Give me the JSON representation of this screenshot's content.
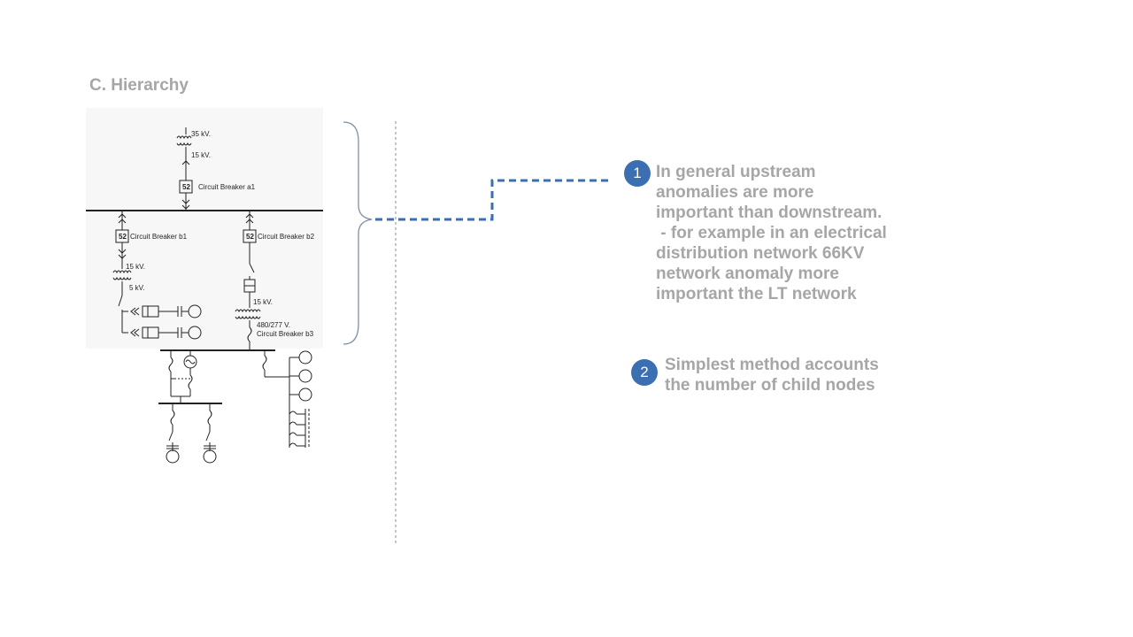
{
  "slide": {
    "title": "C.  Hierarchy"
  },
  "diagram": {
    "labels": {
      "v35": "35 kV.",
      "v15_top": "15 kV.",
      "code_a1": "52",
      "cb_a1": "Circuit Breaker a1",
      "code_b1": "52",
      "cb_b1": "Circuit Breaker b1",
      "code_b2": "52",
      "cb_b2": "Circuit Breaker b2",
      "v15_left": "15 kV.",
      "v5": "5 kV.",
      "v15_right": "15 kV.",
      "v480": "480/277 V.",
      "cb_b3": "Circuit Breaker b3"
    }
  },
  "notes": [
    {
      "number": "1",
      "lines": [
        "In general upstream",
        "anomalies are more",
        "important than downstream.",
        " - for example in an electrical",
        "distribution network 66KV",
        "network anomaly more",
        "important the LT network"
      ]
    },
    {
      "number": "2",
      "lines": [
        "Simplest method accounts",
        "the number of child nodes"
      ]
    }
  ],
  "colors": {
    "accent": "#3c6fb1",
    "text": "#a6a6a6"
  }
}
